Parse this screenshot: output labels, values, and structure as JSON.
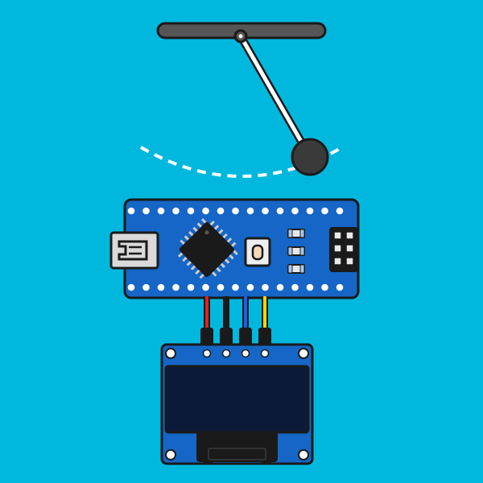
{
  "colors": {
    "background": "#00B8DE",
    "outline": "#1A1A1A",
    "pendulum_bar": "#555555",
    "pendulum_rod": "#FFFFFF",
    "pendulum_bob": "#3A3A3A",
    "swing_arc": "#FFFFFF",
    "board": "#1566C6",
    "pin_hole": "#FFFFFF",
    "chip": "#1A1A1A",
    "usb_port": "#DADADA",
    "button_base": "#EEEEEE",
    "button_cap": "#F5D9B8",
    "smd_body": "#E8E8E8",
    "header_block": "#1A1A1A",
    "wire_red": "#E02020",
    "wire_black": "#1A1A1A",
    "wire_blue": "#1E5CF0",
    "wire_yellow": "#F2D500",
    "connector": "#1A1A1A",
    "screen": "#0C1A3A",
    "ribbon": "#1A1A1A",
    "ribbon_tab": "#F2A020"
  },
  "icons": {
    "pendulum": "pendulum-icon",
    "microcontroller": "arduino-nano-icon",
    "chip": "microchip-icon",
    "usb": "mini-usb-port-icon",
    "reset": "reset-button-icon",
    "display": "oled-display-icon"
  },
  "pendulum": {
    "swing_direction": "right"
  },
  "wires": [
    {
      "name": "wire-red",
      "color_key": "wire_red"
    },
    {
      "name": "wire-black",
      "color_key": "wire_black"
    },
    {
      "name": "wire-blue",
      "color_key": "wire_blue"
    },
    {
      "name": "wire-yellow",
      "color_key": "wire_yellow"
    }
  ]
}
